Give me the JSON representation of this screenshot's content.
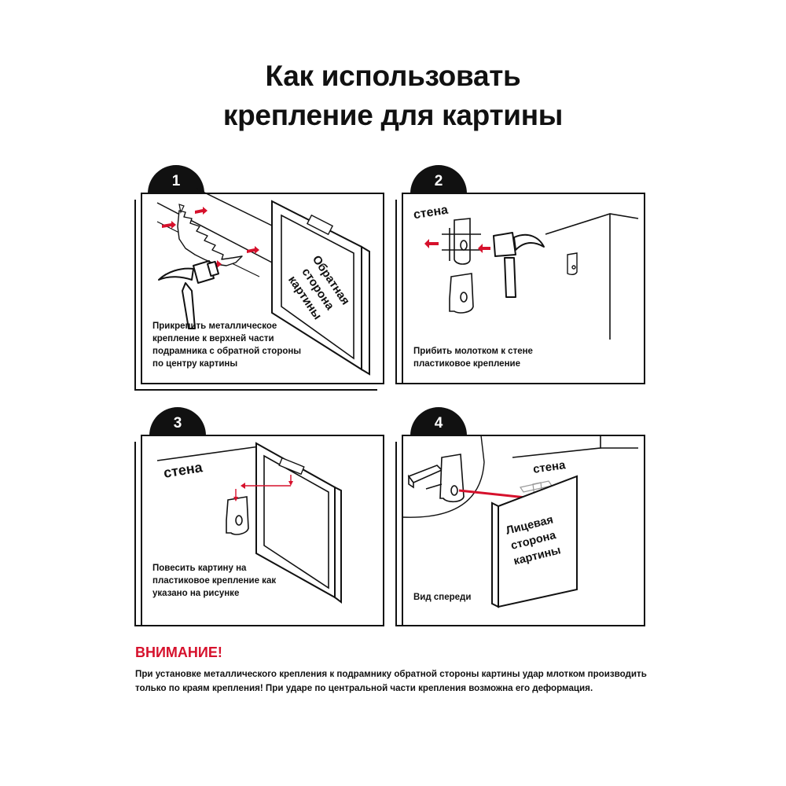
{
  "title": {
    "line1": "Как использовать",
    "line2": "крепление для картины"
  },
  "steps": [
    {
      "number": "1",
      "caption": [
        "Прикрепить металлическое",
        "крепление к верхней части",
        "подрамника с обратной стороны",
        "по центру картины"
      ],
      "picture_label": [
        "Обратная",
        "сторона",
        "картины"
      ]
    },
    {
      "number": "2",
      "wall_label": "стена",
      "caption": [
        "Прибить молотком к стене",
        "пластиковое крепление"
      ]
    },
    {
      "number": "3",
      "wall_label": "стена",
      "caption": [
        "Повесить картину на",
        "пластиковое крепление как",
        "указано на рисунке"
      ]
    },
    {
      "number": "4",
      "wall_label": "стена",
      "picture_label": [
        "Лицевая",
        "сторона",
        "картины"
      ],
      "caption": [
        "Вид спереди"
      ]
    }
  ],
  "warning": {
    "title": "ВНИМАНИЕ!",
    "text": "При установке металлического крепления к подрамнику обратной стороны картины удар млотком производить только по краям крепления! При ударе по центральной части крепления возможна его деформация."
  },
  "colors": {
    "accent": "#d6112c",
    "ink": "#111111"
  },
  "icons": [
    "hammer-icon",
    "metal-hanger-icon",
    "plastic-hook-icon",
    "arrow-icon"
  ]
}
